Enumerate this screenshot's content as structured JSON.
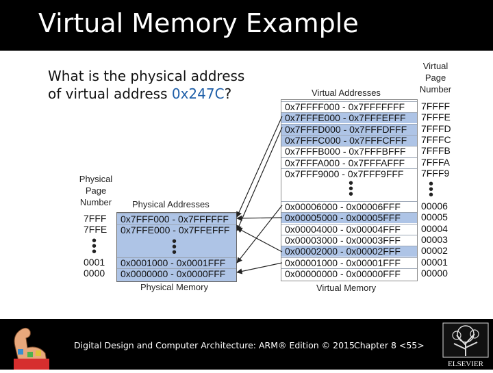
{
  "title": "Virtual Memory Example",
  "question": {
    "line1": "What is the physical address",
    "line2_prefix": "of virtual address ",
    "address": "0x247C",
    "suffix": "?"
  },
  "virtual_memory": {
    "header": "Virtual Addresses",
    "page_header_1": "Virtual",
    "page_header_2": "Page",
    "page_header_3": "Number",
    "caption": "Virtual Memory",
    "top_rows": [
      {
        "range": "0x7FFFF000 - 0x7FFFFFFF",
        "vpn": "7FFFF",
        "shaded": false
      },
      {
        "range": "0x7FFFE000 - 0x7FFFEFFF",
        "vpn": "7FFFE",
        "shaded": true
      },
      {
        "range": "0x7FFFD000 - 0x7FFFDFFF",
        "vpn": "7FFFD",
        "shaded": true
      },
      {
        "range": "0x7FFFC000 - 0x7FFFCFFF",
        "vpn": "7FFFC",
        "shaded": true
      },
      {
        "range": "0x7FFFB000 - 0x7FFFBFFF",
        "vpn": "7FFFB",
        "shaded": false
      },
      {
        "range": "0x7FFFA000 - 0x7FFFAFFF",
        "vpn": "7FFFA",
        "shaded": false
      },
      {
        "range": "0x7FFF9000 - 0x7FFF9FFF",
        "vpn": "7FFF9",
        "shaded": false
      }
    ],
    "bottom_rows": [
      {
        "range": "0x00006000 - 0x00006FFF",
        "vpn": "00006",
        "shaded": false
      },
      {
        "range": "0x00005000 - 0x00005FFF",
        "vpn": "00005",
        "shaded": true
      },
      {
        "range": "0x00004000 - 0x00004FFF",
        "vpn": "00004",
        "shaded": false
      },
      {
        "range": "0x00003000 - 0x00003FFF",
        "vpn": "00003",
        "shaded": false
      },
      {
        "range": "0x00002000 - 0x00002FFF",
        "vpn": "00002",
        "shaded": true
      },
      {
        "range": "0x00001000 - 0x00001FFF",
        "vpn": "00001",
        "shaded": false
      },
      {
        "range": "0x00000000 - 0x00000FFF",
        "vpn": "00000",
        "shaded": false
      }
    ]
  },
  "physical_memory": {
    "header": "Physical Addresses",
    "page_header_1": "Physical",
    "page_header_2": "Page",
    "page_header_3": "Number",
    "caption": "Physical Memory",
    "top_rows": [
      {
        "range": "0x7FFF000 - 0x7FFFFFF",
        "ppn": "7FFF"
      },
      {
        "range": "0x7FFE000 - 0x7FFEFFF",
        "ppn": "7FFE"
      }
    ],
    "bottom_rows": [
      {
        "range": "0x0001000 - 0x0001FFF",
        "ppn": "0001"
      },
      {
        "range": "0x0000000 - 0x0000FFF",
        "ppn": "0000"
      }
    ]
  },
  "footer": {
    "book": "Digital Design and Computer Architecture: ARM® Edition © 2015",
    "chapter": "Chapter 8 <55>",
    "publisher": "ELSEVIER"
  },
  "colors": {
    "shaded": "#aec4e6",
    "highlight": "#1f5fa8",
    "bar": "#000000"
  }
}
